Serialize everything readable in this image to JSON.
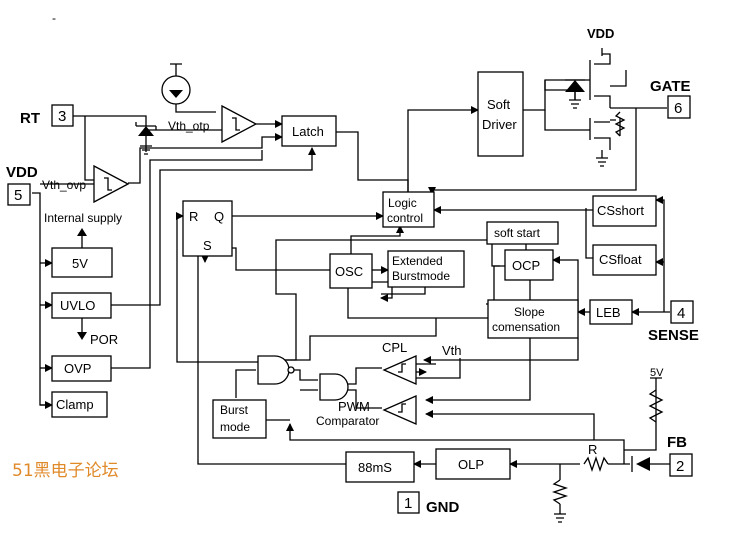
{
  "pins": {
    "rt": {
      "name": "RT",
      "num": "3"
    },
    "vdd_in": {
      "name": "VDD",
      "num": "5"
    },
    "vdd_top": {
      "name": "VDD"
    },
    "gate": {
      "name": "GATE",
      "num": "6"
    },
    "sense": {
      "name": "SENSE",
      "num": "4"
    },
    "fb": {
      "name": "FB",
      "num": "2"
    },
    "gnd": {
      "name": "GND",
      "num": "1"
    }
  },
  "blocks": {
    "latch": "Latch",
    "soft_driver_1": "Soft",
    "soft_driver_2": "Driver",
    "logic_1": "Logic",
    "logic_2": "control",
    "rs_r": "R",
    "rs_q": "Q",
    "rs_s": "S",
    "v5": "5V",
    "uvlo": "UVLO",
    "ovp": "OVP",
    "clamp": "Clamp",
    "osc": "OSC",
    "ext_1": "Extended",
    "ext_2": "Burstmode",
    "soft_start": "soft start",
    "ocp": "OCP",
    "csshort": "CSshort",
    "csfloat": "CSfloat",
    "slope_1": "Slope",
    "slope_2": "comensation",
    "leb": "LEB",
    "burst_1": "Burst",
    "burst_2": "mode",
    "ms88": "88mS",
    "olp": "OLP"
  },
  "labels": {
    "vth_otp": "Vth_otp",
    "vth_ovp": "Vth_ovp",
    "internal_supply": "Internal supply",
    "por": "POR",
    "cpl": "CPL",
    "vth": "Vth",
    "pwm": "PWM",
    "comparator": "Comparator",
    "r": "R",
    "v5_fb": "5V",
    "dash": "-"
  },
  "watermark": "51黑电子论坛"
}
